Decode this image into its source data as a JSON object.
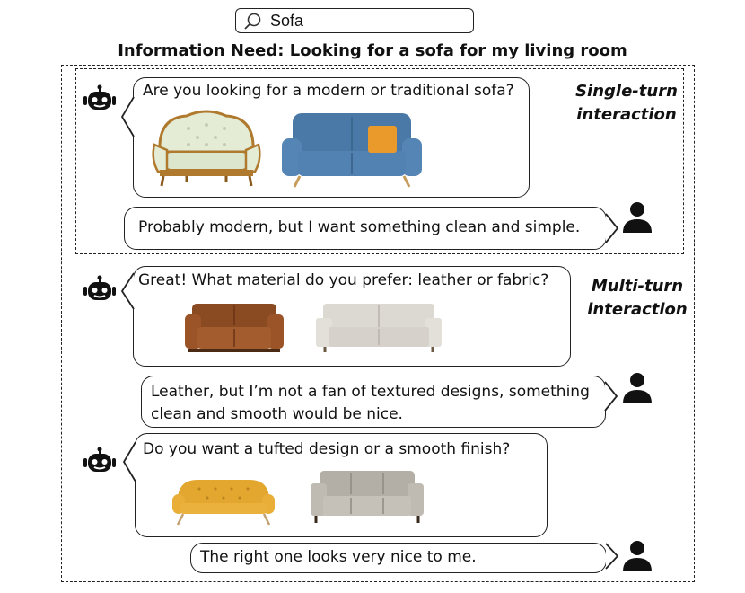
{
  "search": {
    "query": "Sofa"
  },
  "title": "Information Need: Looking for a sofa for my living room",
  "labels": {
    "single_turn": [
      "Single-turn",
      "interaction"
    ],
    "multi_turn": [
      "Multi-turn",
      "interaction"
    ]
  },
  "dialogue": {
    "turn1_bot": "Are you looking for a modern or traditional sofa?",
    "turn1_user": "Probably modern, but I want something clean and simple.",
    "turn2_bot": "Great! What material do you prefer: leather or fabric?",
    "turn2_user": [
      "Leather, but I’m not a fan of textured designs, something",
      "clean and smooth would be nice."
    ],
    "turn3_bot": "Do you want a tufted design or a smooth finish?",
    "turn3_user": "The right one looks very nice to me."
  },
  "images": [
    "traditional-ornate-sofa",
    "modern-blue-sofa",
    "brown-leather-sofa",
    "grey-fabric-sofa",
    "yellow-tufted-sofa",
    "grey-leather-sofa"
  ],
  "icons": [
    "robot-icon",
    "user-icon",
    "search-icon"
  ]
}
